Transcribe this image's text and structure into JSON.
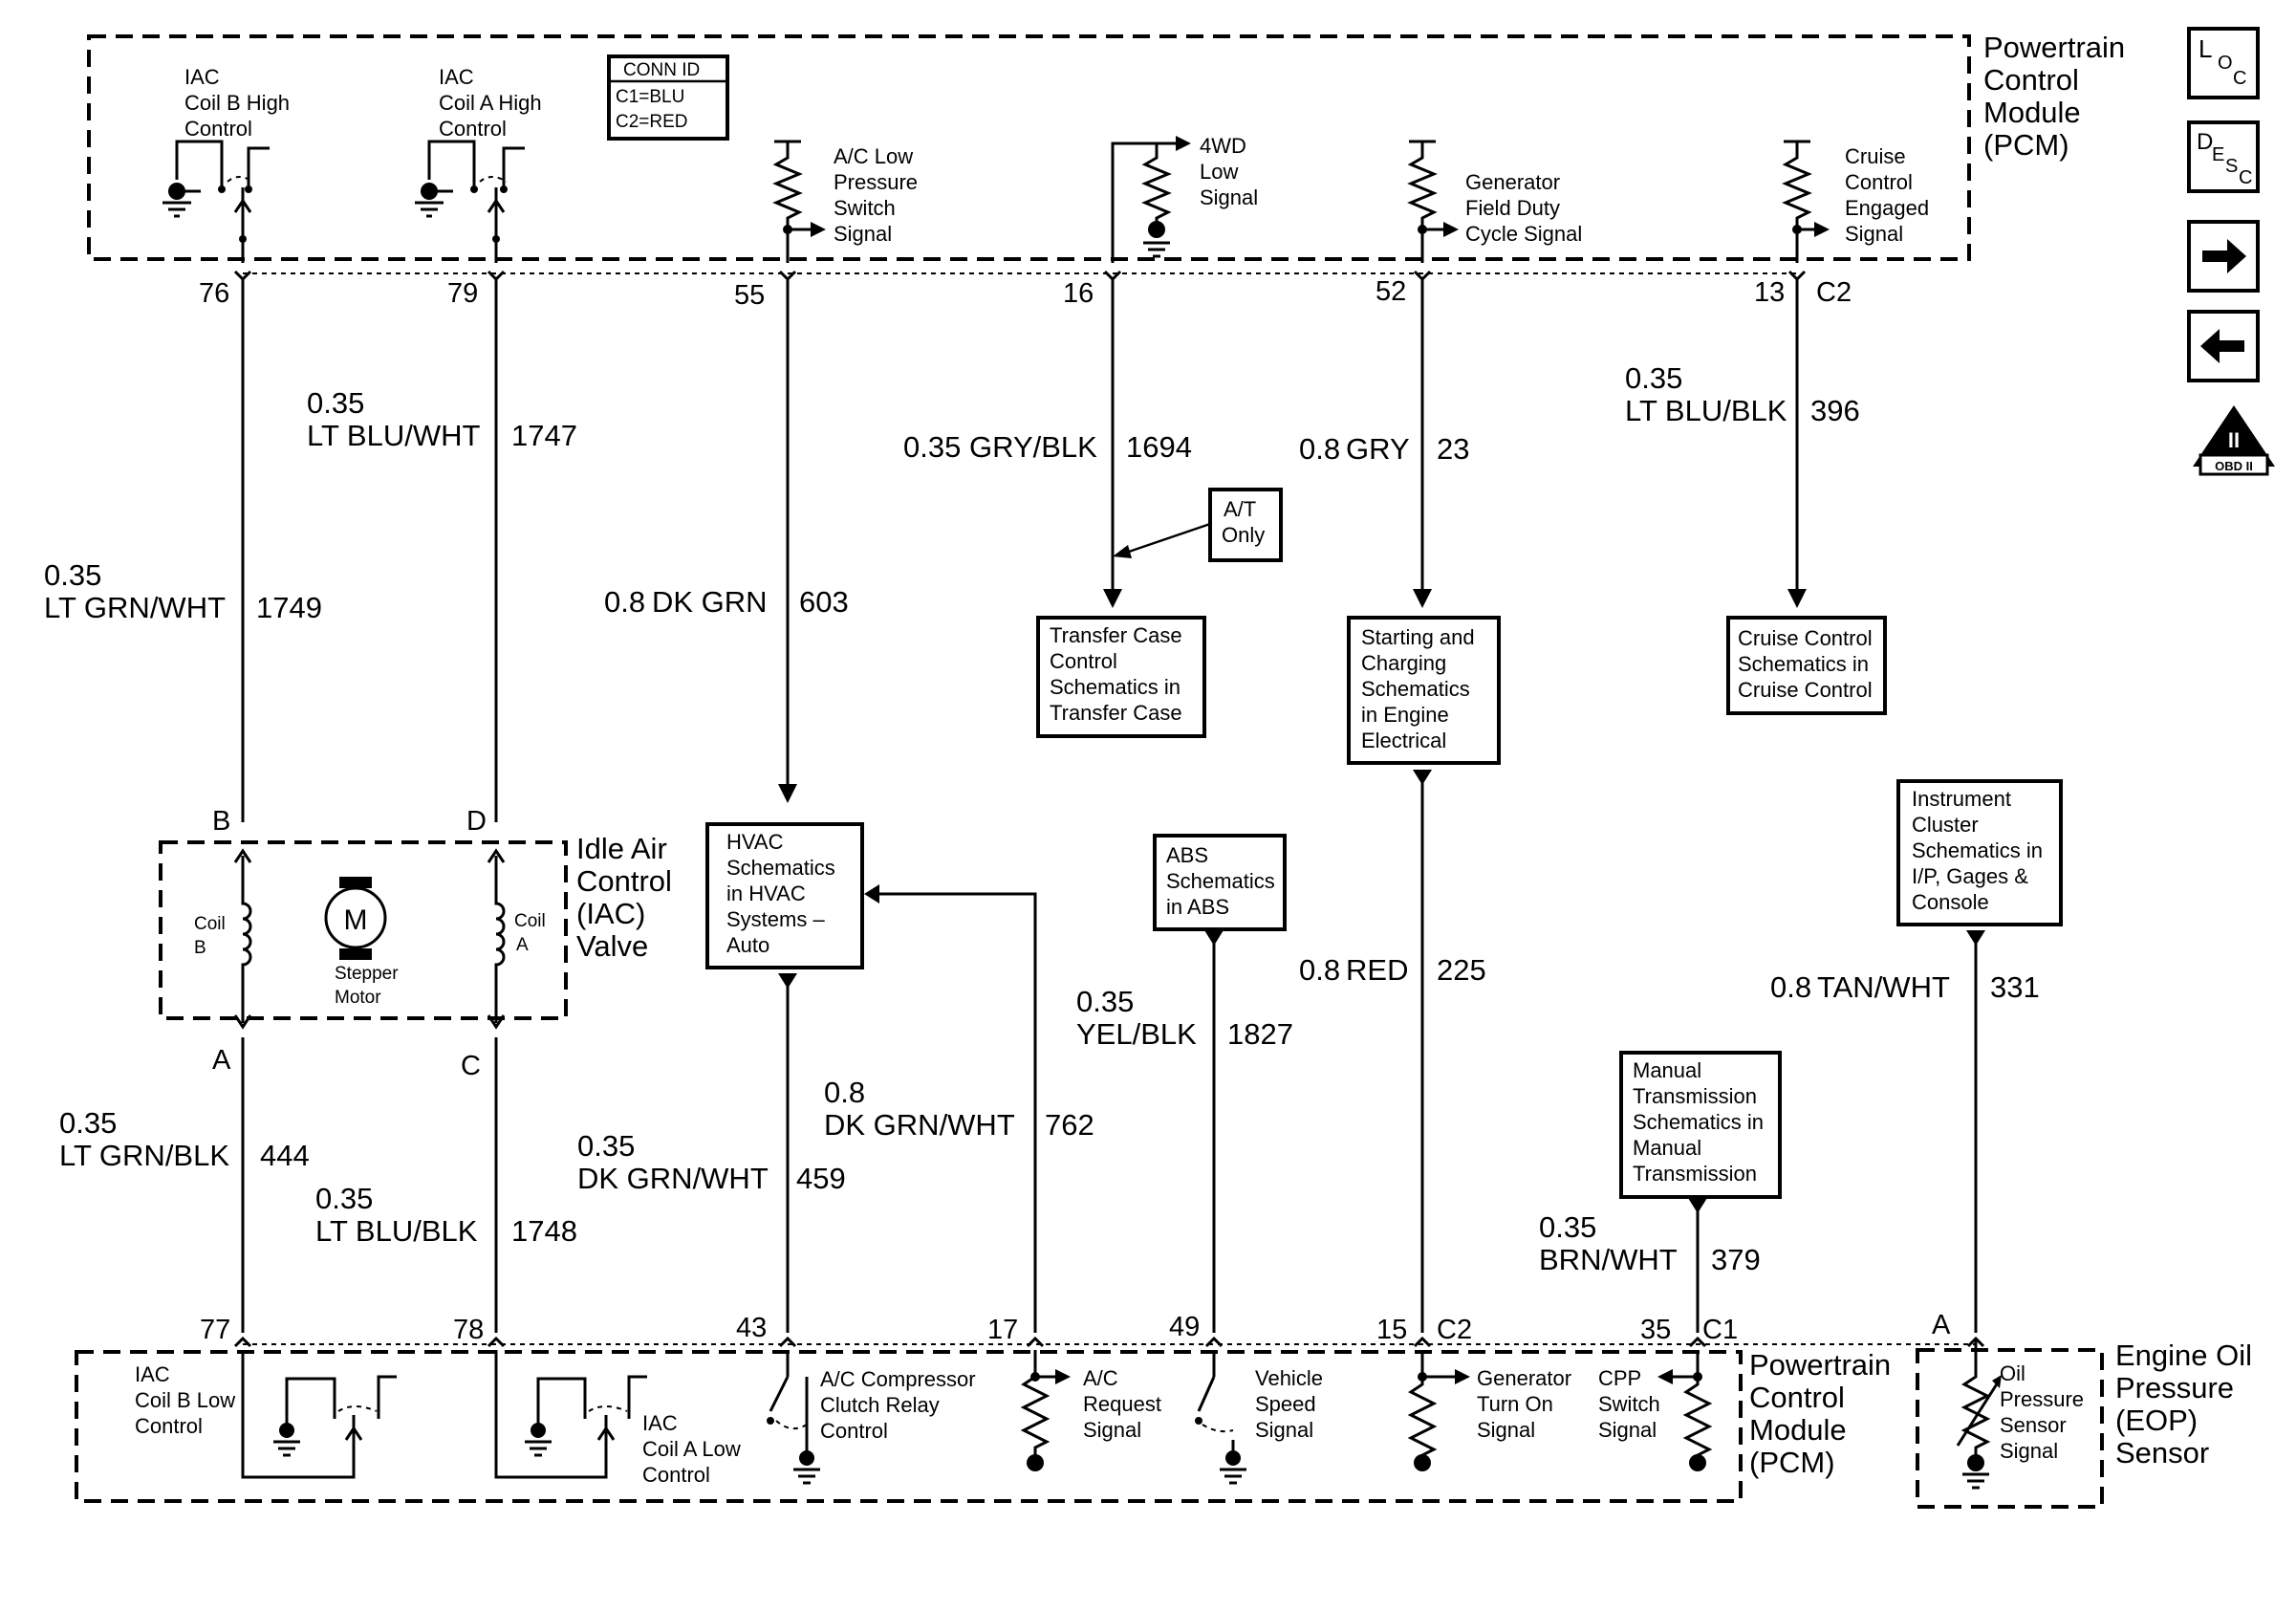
{
  "modules": {
    "pcm_top": [
      "Powertrain",
      "Control",
      "Module",
      "(PCM)"
    ],
    "pcm_bottom": [
      "Powertrain",
      "Control",
      "Module",
      "(PCM)"
    ],
    "iac_valve": [
      "Idle Air",
      "Control",
      "(IAC)",
      "Valve"
    ],
    "eop_sensor": [
      "Engine Oil",
      "Pressure",
      "(EOP)",
      "Sensor"
    ]
  },
  "conn_id": {
    "title": "CONN ID",
    "c1": "C1=BLU",
    "c2": "C2=RED"
  },
  "top_circuits": {
    "iac_b_high": [
      "IAC",
      "Coil B High",
      "Control"
    ],
    "iac_a_high": [
      "IAC",
      "Coil A High",
      "Control"
    ],
    "ac_low": [
      "A/C Low",
      "Pressure",
      "Switch",
      "Signal"
    ],
    "fourwd": [
      "4WD",
      "Low",
      "Signal"
    ],
    "gen_field": [
      "Generator",
      "Field Duty",
      "Cycle Signal"
    ],
    "cruise": [
      "Cruise",
      "Control",
      "Engaged",
      "Signal"
    ]
  },
  "bottom_circuits": {
    "iac_b_low": [
      "IAC",
      "Coil B Low",
      "Control"
    ],
    "iac_a_low": [
      "IAC",
      "Coil A Low",
      "Control"
    ],
    "ac_relay": [
      "A/C Compressor",
      "Clutch Relay",
      "Control"
    ],
    "ac_request": [
      "A/C",
      "Request",
      "Signal"
    ],
    "vss": [
      "Vehicle",
      "Speed",
      "Signal"
    ],
    "gen_turn_on": [
      "Generator",
      "Turn On",
      "Signal"
    ],
    "cpp": [
      "CPP",
      "Switch",
      "Signal"
    ],
    "oil_pressure": [
      "Oil",
      "Pressure",
      "Sensor",
      "Signal"
    ]
  },
  "pins_top": [
    "76",
    "79",
    "55",
    "16",
    "52",
    "13",
    "C2"
  ],
  "pins_bottom": [
    "77",
    "78",
    "43",
    "17",
    "49",
    "15",
    "C2",
    "35",
    "C1"
  ],
  "iac_pins": [
    "B",
    "D",
    "A",
    "C"
  ],
  "eop_pin": "A",
  "iac_internal": {
    "coil_b": [
      "Coil",
      "B"
    ],
    "coil_a": [
      "Coil",
      "A"
    ],
    "motor_symbol": "M",
    "motor_label": [
      "Stepper",
      "Motor"
    ]
  },
  "wires": [
    {
      "id": "1749",
      "size": "0.35",
      "color": "LT GRN/WHT",
      "circuit": "1749"
    },
    {
      "id": "1747",
      "size": "0.35",
      "color": "LT BLU/WHT",
      "circuit": "1747"
    },
    {
      "id": "603",
      "size": "0.8",
      "color": "DK GRN",
      "circuit": "603"
    },
    {
      "id": "1694",
      "size": "0.35",
      "color": "GRY/BLK",
      "circuit": "1694"
    },
    {
      "id": "23",
      "size": "0.8",
      "color": "GRY",
      "circuit": "23"
    },
    {
      "id": "396",
      "size": "0.35",
      "color": "LT BLU/BLK",
      "circuit": "396"
    },
    {
      "id": "444",
      "size": "0.35",
      "color": "LT GRN/BLK",
      "circuit": "444"
    },
    {
      "id": "1748",
      "size": "0.35",
      "color": "LT BLU/BLK",
      "circuit": "1748"
    },
    {
      "id": "459",
      "size": "0.35",
      "color": "DK GRN/WHT",
      "circuit": "459"
    },
    {
      "id": "762",
      "size": "0.8",
      "color": "DK GRN/WHT",
      "circuit": "762"
    },
    {
      "id": "1827",
      "size": "0.35",
      "color": "YEL/BLK",
      "circuit": "1827"
    },
    {
      "id": "225",
      "size": "0.8",
      "color": "RED",
      "circuit": "225"
    },
    {
      "id": "379",
      "size": "0.35",
      "color": "BRN/WHT",
      "circuit": "379"
    },
    {
      "id": "331",
      "size": "0.8",
      "color": "TAN/WHT",
      "circuit": "331"
    }
  ],
  "refs": {
    "at_only": [
      "A/T",
      "Only"
    ],
    "transfer_case": [
      "Transfer Case",
      "Control",
      "Schematics in",
      "Transfer Case"
    ],
    "starting_charging": [
      "Starting and",
      "Charging",
      "Schematics",
      "in Engine",
      "Electrical"
    ],
    "cruise": [
      "Cruise Control",
      "Schematics in",
      "Cruise Control"
    ],
    "hvac": [
      "HVAC",
      "Schematics",
      "in HVAC",
      "Systems –",
      "Auto"
    ],
    "abs": [
      "ABS",
      "Schematics",
      "in ABS"
    ],
    "instrument": [
      "Instrument",
      "Cluster",
      "Schematics in",
      "I/P, Gages &",
      "Console"
    ],
    "manual_trans": [
      "Manual",
      "Transmission",
      "Schematics in",
      "Manual",
      "Transmission"
    ]
  },
  "nav": {
    "loc": {
      "big": "L",
      "sub": "O",
      "sub2": "C"
    },
    "desc": {
      "big": "D",
      "sub": "E",
      "sub2": "S",
      "sub3": "C"
    },
    "obd": {
      "numeral": "II",
      "label": "OBD II"
    }
  }
}
